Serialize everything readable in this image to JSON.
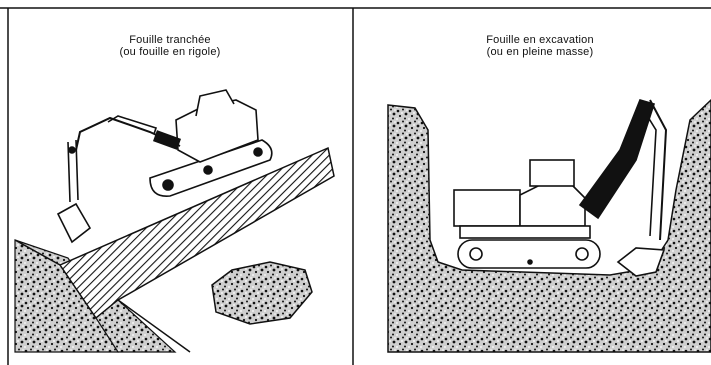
{
  "left_panel": {
    "title": "Fouille tranchée",
    "subtitle": "(ou fouille en rigole)"
  },
  "right_panel": {
    "title": "Fouille en excavation",
    "subtitle": "(ou en pleine masse)"
  },
  "colors": {
    "ink": "#111111",
    "background": "#ffffff"
  }
}
